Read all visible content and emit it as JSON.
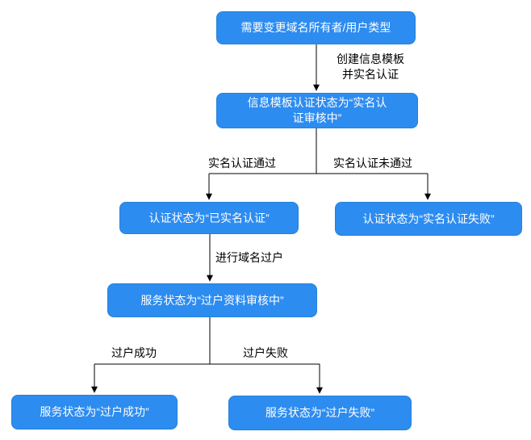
{
  "palette": {
    "node_fill": "#2d8cf0",
    "node_border": "#2581d9",
    "node_text": "#ffffff",
    "connector": "#000000",
    "label_text": "#000000",
    "background": "#ffffff"
  },
  "diagram": {
    "type": "flowchart",
    "nodes": [
      {
        "id": "start",
        "label": "需要变更域名所有者/用户类型"
      },
      {
        "id": "template-status",
        "label": "信息模板认证状态为“实名认证审核中”",
        "lines": [
          "信息模板认证状态为“实名认",
          "证审核中”"
        ]
      },
      {
        "id": "verified",
        "label": "认证状态为“已实名认证”"
      },
      {
        "id": "verify-failed",
        "label": "认证状态为“实名认证失败”"
      },
      {
        "id": "transfer-review",
        "label": "服务状态为“过户资料审核中”"
      },
      {
        "id": "transfer-success",
        "label": "服务状态为“过户成功”"
      },
      {
        "id": "transfer-failed",
        "label": "服务状态为“过户失败”"
      }
    ],
    "edge_labels": [
      {
        "id": "create-template",
        "lines": [
          "创建信息模板",
          "并实名认证"
        ],
        "text": "创建信息模板 并实名认证"
      },
      {
        "id": "verify-pass",
        "text": "实名认证通过"
      },
      {
        "id": "verify-nopass",
        "text": "实名认证未通过"
      },
      {
        "id": "do-transfer",
        "text": "进行域名过户"
      },
      {
        "id": "transfer-ok",
        "text": "过户成功"
      },
      {
        "id": "transfer-bad",
        "text": "过户失败"
      }
    ],
    "edges": [
      {
        "from": "start",
        "to": "template-status",
        "label": "创建信息模板 并实名认证"
      },
      {
        "from": "template-status",
        "to": "verified",
        "label": "实名认证通过"
      },
      {
        "from": "template-status",
        "to": "verify-failed",
        "label": "实名认证未通过"
      },
      {
        "from": "verified",
        "to": "transfer-review",
        "label": "进行域名过户"
      },
      {
        "from": "transfer-review",
        "to": "transfer-success",
        "label": "过户成功"
      },
      {
        "from": "transfer-review",
        "to": "transfer-failed",
        "label": "过户失败"
      }
    ]
  }
}
